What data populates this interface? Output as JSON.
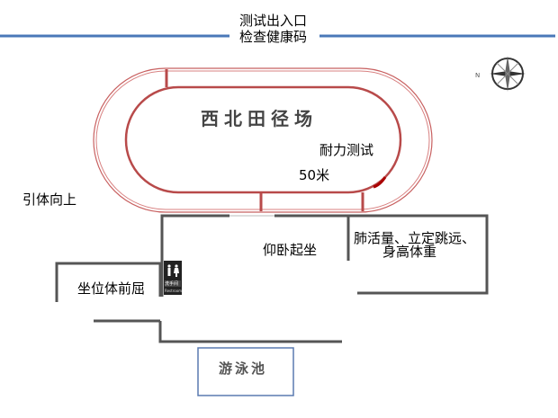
{
  "entrance": {
    "line1": "测试出入口",
    "line2": "检查健康码"
  },
  "track": {
    "name": "西北田径场",
    "endurance": "耐力测试",
    "sprint": "50米"
  },
  "areas": {
    "pullup": "引体向上",
    "situp": "仰卧起坐",
    "lung_jump_body": [
      "肺活量、立定跳远、",
      "身高体重"
    ],
    "sit_reach": "坐位体前屈",
    "pool": "游泳池"
  },
  "restroom": {
    "cn": "洗手间",
    "en": "Restroom"
  },
  "compass": {
    "label": "N"
  },
  "colors": {
    "track": "#b84a4a",
    "entrance_line": "#4a78b8",
    "pool_border": "#5a7ab0",
    "wall": "#555555"
  }
}
